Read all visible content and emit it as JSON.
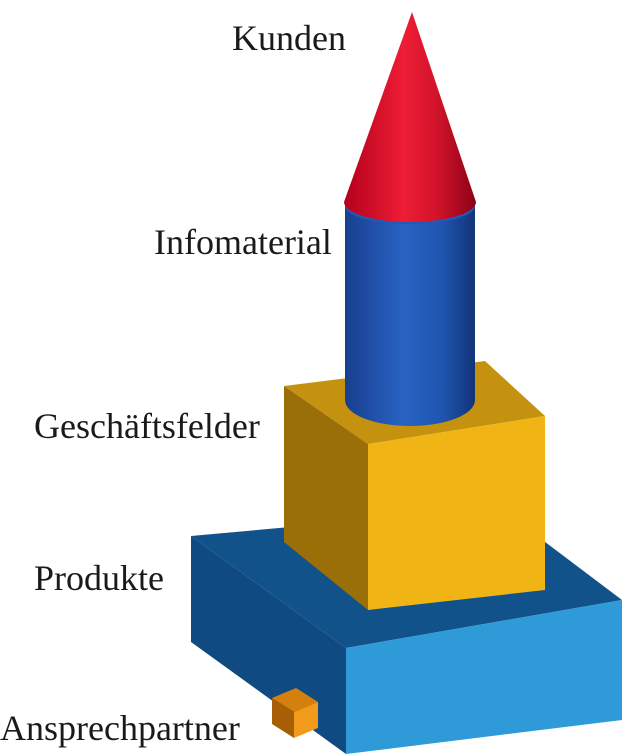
{
  "diagram": {
    "labels": {
      "kunden": "Kunden",
      "infomaterial": "Infomaterial",
      "geschaeftsfelder": "Geschäftsfelder",
      "produkte": "Produkte",
      "ansprechpartner": "Ansprechpartner"
    },
    "colors": {
      "cone": "#d2142a",
      "cylinder": "#1f55b0",
      "yellow_cube": "#f0b515",
      "blue_base": "#2f9ad8",
      "orange_cube": "#f29a1b"
    },
    "layers": [
      {
        "name": "Kunden",
        "shape": "cone",
        "color": "red"
      },
      {
        "name": "Infomaterial",
        "shape": "cylinder",
        "color": "blue"
      },
      {
        "name": "Geschäftsfelder",
        "shape": "cube",
        "color": "yellow"
      },
      {
        "name": "Produkte",
        "shape": "slab",
        "color": "light-blue"
      },
      {
        "name": "Ansprechpartner",
        "shape": "small-cube",
        "color": "orange"
      }
    ]
  }
}
